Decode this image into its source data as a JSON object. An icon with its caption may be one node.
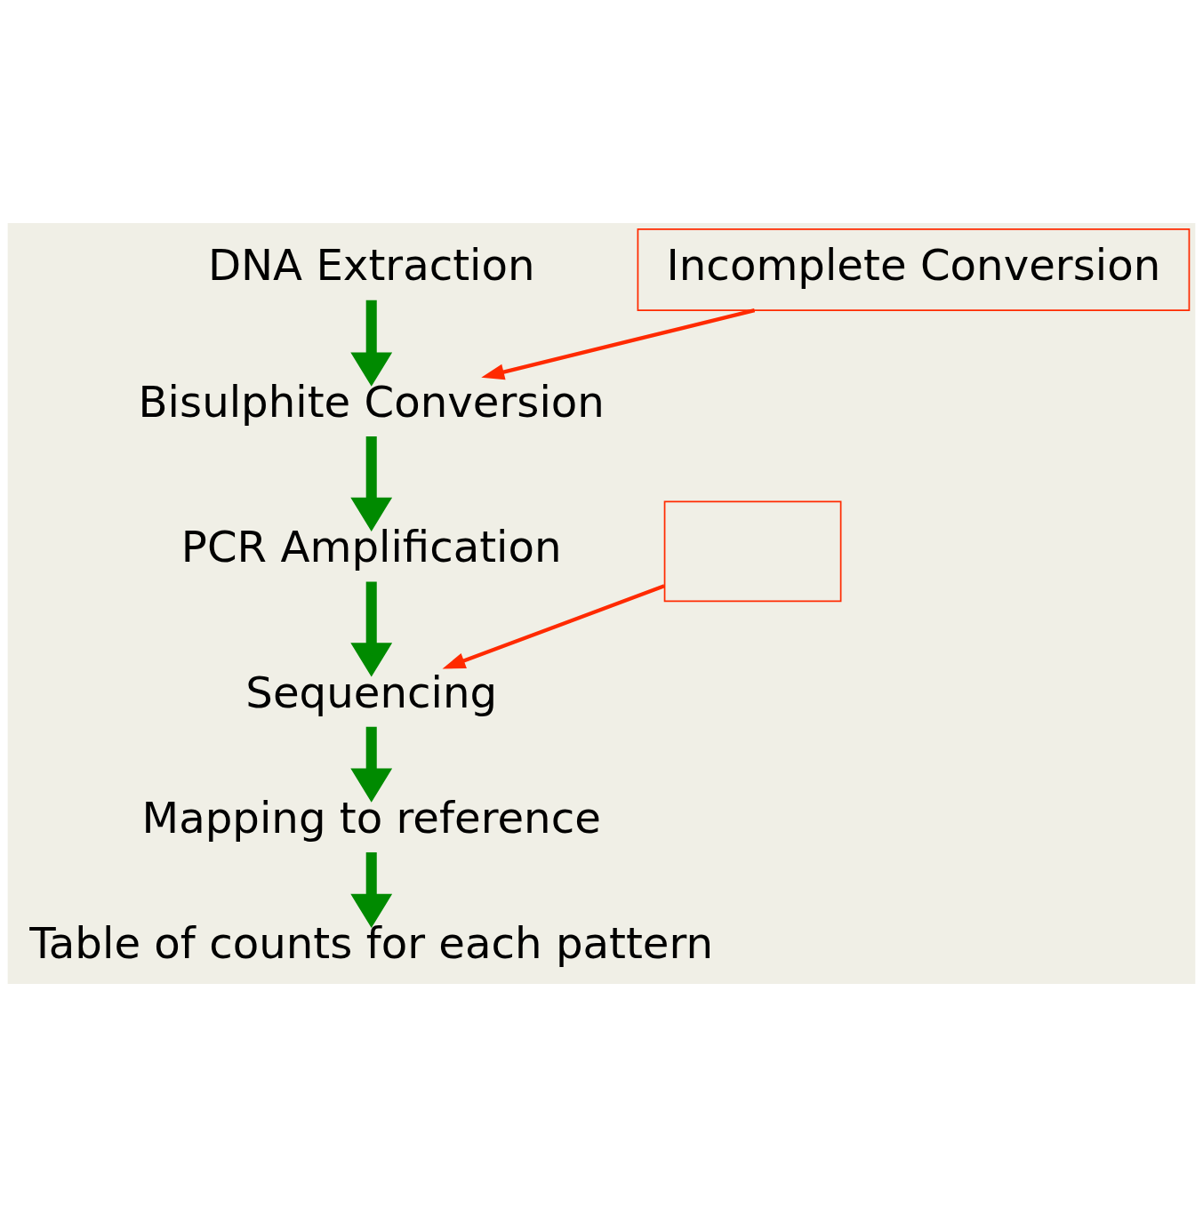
{
  "diagram": {
    "nodes": [
      {
        "text": [
          "DNA Extraction"
        ]
      },
      {
        "text": [
          "Incomplete Conversion"
        ]
      },
      {
        "text": [
          "Bisulphite Conversion"
        ]
      },
      {
        "text": [],
        "shape": "box"
      },
      {
        "text": [
          "PCR Amplification"
        ]
      },
      {
        "text": [
          "Sequencing"
        ]
      },
      {
        "text": [
          "Mapping to reference"
        ]
      },
      {
        "text": [
          "Table of counts for each pattern"
        ]
      }
    ],
    "edges": [
      {
        "from": 0,
        "to": 2,
        "arrow": "to"
      },
      {
        "from": 1,
        "to": 2,
        "arrow": "to",
        "color": "#ff2a00"
      },
      {
        "from": 2,
        "to": 4,
        "arrow": "to"
      },
      {
        "from": 4,
        "to": 5,
        "arrow": "to"
      },
      {
        "from": 3,
        "to": 5,
        "arrow": "to",
        "color": "#ff2a00"
      },
      {
        "from": 5,
        "to": 6,
        "arrow": "to"
      },
      {
        "from": 6,
        "to": 7,
        "arrow": "to"
      }
    ]
  }
}
